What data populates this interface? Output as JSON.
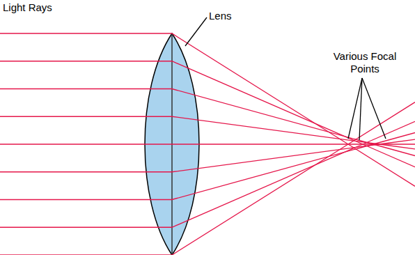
{
  "diagram": {
    "labels": [
      "Light Rays",
      "Lens",
      "Various Focal Points"
    ]
  }
}
